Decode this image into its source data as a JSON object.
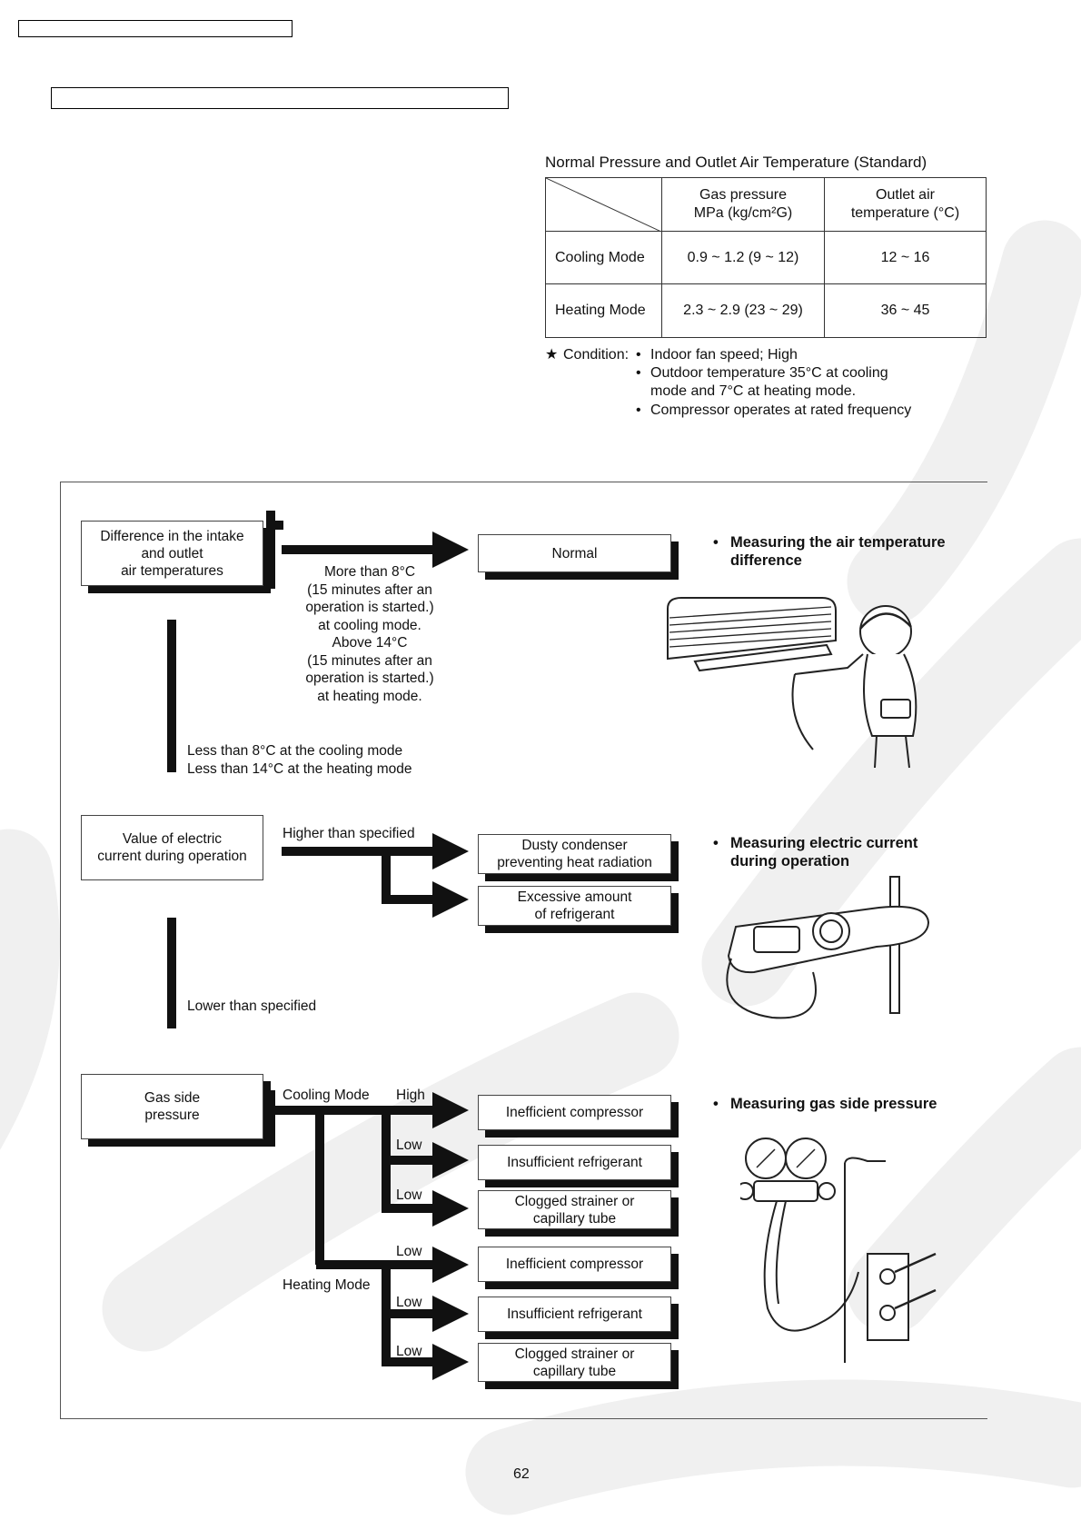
{
  "header": {
    "box1_text": "",
    "box2_text": ""
  },
  "table": {
    "title": "Normal Pressure and Outlet Air Temperature (Standard)",
    "col_headers": [
      "Gas pressure\nMPa (kg/cm²G)",
      "Outlet air\ntemperature (°C)"
    ],
    "rows": [
      {
        "label": "Cooling Mode",
        "pressure": "0.9 ~ 1.2 (9 ~ 12)",
        "temp": "12 ~ 16"
      },
      {
        "label": "Heating Mode",
        "pressure": "2.3 ~ 2.9 (23 ~ 29)",
        "temp": "36 ~ 45"
      }
    ]
  },
  "condition": {
    "star": "★",
    "label": "Condition:",
    "items": [
      "Indoor fan speed; High",
      "Outdoor temperature 35°C at cooling",
      "mode and 7°C at heating mode.",
      "Compressor operates at rated frequency"
    ]
  },
  "section1": {
    "box": "Difference in the intake\nand outlet\nair temperatures",
    "arrow_label": "More than 8°C\n(15 minutes after an\noperation is started.)\nat cooling mode.\nAbove 14°C\n(15 minutes after an\noperation is started.)\nat heating mode.",
    "result": "Normal",
    "low_label": "Less than 8°C at the cooling mode\nLess than 14°C at the heating mode",
    "note": "Measuring the air temperature\ndifference"
  },
  "section2": {
    "box": "Value of electric\ncurrent during operation",
    "higher_label": "Higher than specified",
    "results": [
      "Dusty condenser\npreventing heat radiation",
      "Excessive amount\nof refrigerant"
    ],
    "lower_label": "Lower than specified",
    "note": "Measuring electric current\nduring operation"
  },
  "section3": {
    "box": "Gas side\npressure",
    "cooling_label": "Cooling Mode",
    "heating_label": "Heating Mode",
    "levels": [
      "High",
      "Low",
      "Low",
      "Low",
      "Low",
      "Low"
    ],
    "results": [
      "Inefficient compressor",
      "Insufficient refrigerant",
      "Clogged strainer or\ncapillary tube",
      "Inefficient compressor",
      "Insufficient refrigerant",
      "Clogged strainer or\ncapillary tube"
    ],
    "note": "Measuring gas side pressure"
  },
  "footer": {
    "page_number": "62"
  },
  "icons": [
    "air-conditioner-technician-illustration",
    "clamp-meter-illustration",
    "pressure-gauge-manifold-illustration",
    "arrow-right-icon"
  ],
  "colors": {
    "ink": "#111111",
    "watermark": "#efefef"
  }
}
